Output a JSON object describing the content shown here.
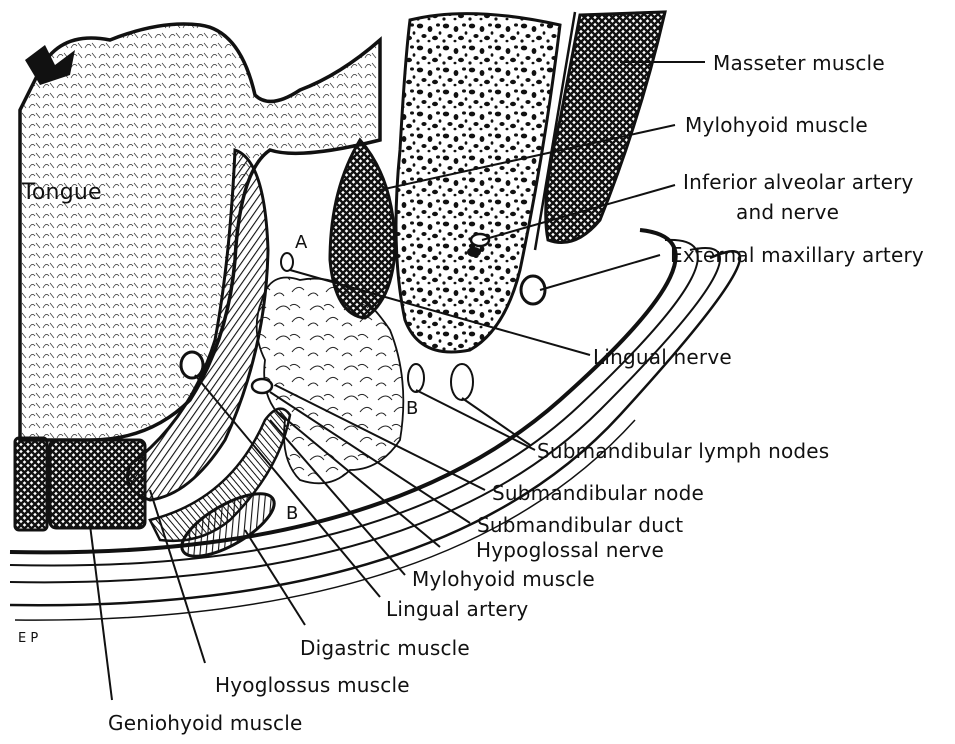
{
  "labels": {
    "tongue": "Tongue",
    "masseter": "Masseter muscle",
    "mylohyoid_top": "Mylohyoid muscle",
    "inferior_alveolar_1": "Inferior alveolar artery",
    "inferior_alveolar_2": "and nerve",
    "external_maxillary": "External maxillary artery",
    "lingual_nerve": "Lingual nerve",
    "submandibular_lymph": "Submandibular lymph nodes",
    "submandibular_node": "Submandibular node",
    "submandibular_duct": "Submandibular duct",
    "hypoglossal_nerve": "Hypoglossal nerve",
    "mylohyoid_bottom": "Mylohyoid muscle",
    "lingual_artery": "Lingual artery",
    "digastric": "Digastric muscle",
    "hyoglossus": "Hyoglossus muscle",
    "geniohyoid": "Geniohyoid muscle",
    "marker_a": "A",
    "marker_b1": "B",
    "marker_b2": "B",
    "signature": "E P"
  }
}
